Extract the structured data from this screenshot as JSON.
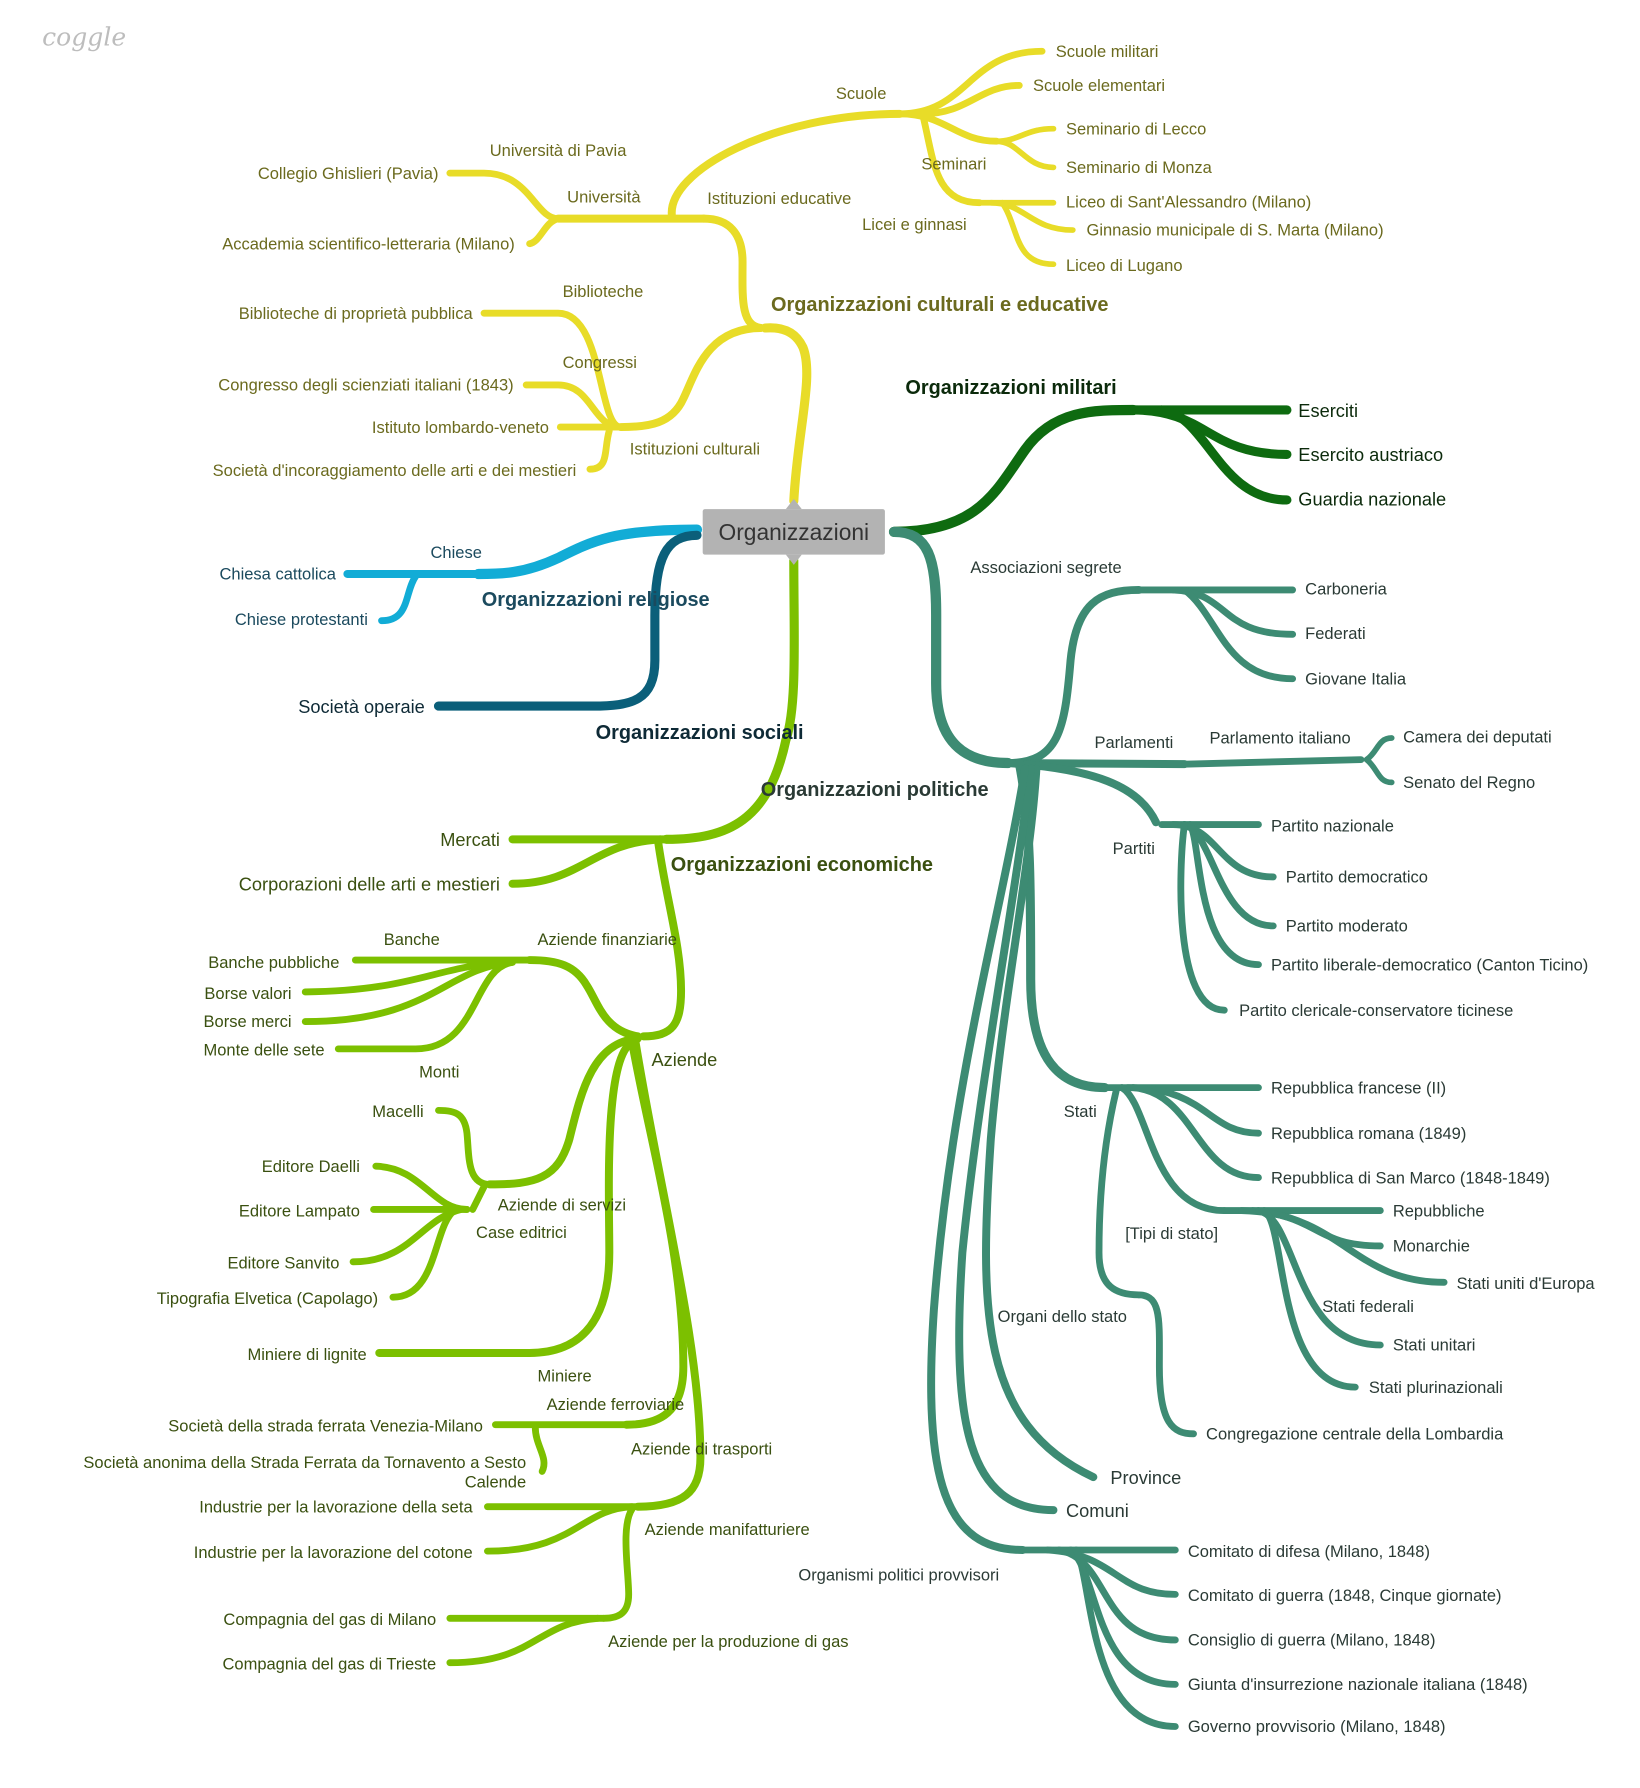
{
  "brand": "coggle",
  "center": "Organizzazioni",
  "colors": {
    "culturali": "#e8dc28",
    "militari": "#0e6b10",
    "politiche": "#3d8b73",
    "religiose": "#12acd6",
    "sociali": "#0b5f7a",
    "economiche": "#7cc000"
  },
  "culturali": {
    "title": "Organizzazioni culturali e educative",
    "nodes": [
      "Istituzioni educative",
      "Università",
      "Università di Pavia",
      "Collegio Ghislieri (Pavia)",
      "Accademia scientifico-letteraria (Milano)",
      "Scuole",
      "Scuole militari",
      "Scuole elementari",
      "Seminari",
      "Seminario di Lecco",
      "Seminario di Monza",
      "Licei e ginnasi",
      "Liceo di Sant'Alessandro (Milano)",
      "Ginnasio municipale di S. Marta (Milano)",
      "Liceo di Lugano",
      "Istituzioni culturali",
      "Biblioteche",
      "Biblioteche di proprietà pubblica",
      "Congressi",
      "Congresso degli scienziati italiani (1843)",
      "Istituto lombardo-veneto",
      "Società d'incoraggiamento delle arti e dei mestieri"
    ]
  },
  "militari": {
    "title": "Organizzazioni militari",
    "nodes": [
      "Eserciti",
      "Esercito austriaco",
      "Guardia nazionale"
    ]
  },
  "religiose": {
    "title": "Organizzazioni religiose",
    "nodes": [
      "Chiese",
      "Chiesa cattolica",
      "Chiese protestanti"
    ]
  },
  "sociali": {
    "title": "Organizzazioni sociali",
    "nodes": [
      "Società operaie"
    ]
  },
  "politiche": {
    "title": "Organizzazioni politiche",
    "nodes": [
      "Associazioni segrete",
      "Carboneria",
      "Federati",
      "Giovane Italia",
      "Parlamenti",
      "Parlamento italiano",
      "Camera dei deputati",
      "Senato del Regno",
      "Partiti",
      "Partito nazionale",
      "Partito democratico",
      "Partito moderato",
      "Partito liberale-democratico (Canton Ticino)",
      "Partito clericale-conservatore ticinese",
      "Stati",
      "Repubblica francese (II)",
      "Repubblica romana (1849)",
      "Repubblica di San Marco (1848-1849)",
      "[Tipi di stato]",
      "Repubbliche",
      "Monarchie",
      "Stati uniti d'Europa",
      "Stati federali",
      "Stati unitari",
      "Stati plurinazionali",
      "Organi dello stato",
      "Congregazione centrale della Lombardia",
      "Province",
      "Comuni",
      "Organismi politici provvisori",
      "Comitato di difesa (Milano, 1848)",
      "Comitato di guerra (1848, Cinque giornate)",
      "Consiglio di guerra (Milano, 1848)",
      "Giunta d'insurrezione nazionale italiana (1848)",
      "Governo provvisorio (Milano, 1848)"
    ]
  },
  "economiche": {
    "title": "Organizzazioni economiche",
    "nodes": [
      "Mercati",
      "Corporazioni delle arti e mestieri",
      "Aziende",
      "Aziende finanziarie",
      "Banche",
      "Banche pubbliche",
      "Borse valori",
      "Borse merci",
      "Monte delle sete",
      "Monti",
      "Macelli",
      "Aziende di servizi",
      "Editore Daelli",
      "Editore Lampato",
      "Case editrici",
      "Editore Sanvito",
      "Tipografia Elvetica (Capolago)",
      "Miniere di lignite",
      "Miniere",
      "Aziende ferroviarie",
      "Società della strada ferrata Venezia-Milano",
      "Società anonima della Strada Ferrata da Tornavento a Sesto",
      "Calende",
      "Aziende di trasporti",
      "Industrie per la lavorazione della seta",
      "Industrie per la lavorazione del cotone",
      "Aziende manifatturiere",
      "Compagnia del gas di Milano",
      "Compagnia del gas di Trieste",
      "Aziende per la produzione di gas"
    ]
  }
}
